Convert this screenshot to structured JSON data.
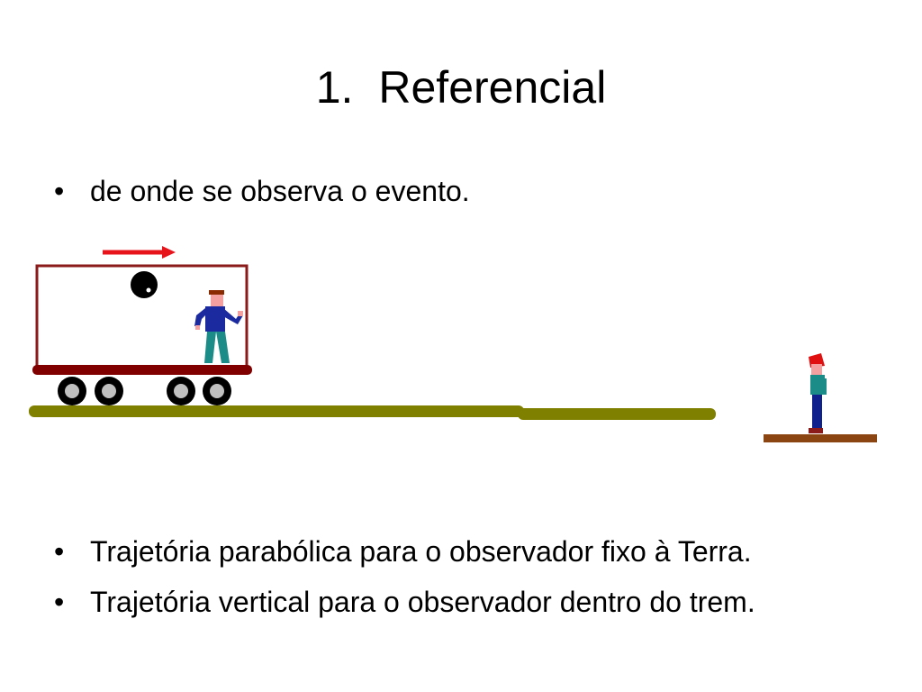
{
  "slide": {
    "title_number": "1.",
    "title_text": "Referencial",
    "bullet_glyph": "•",
    "definition_bullets": [
      "de onde se observa o evento."
    ],
    "conclusion_bullets": [
      "Trajetória parabólica para o observador fixo à Terra.",
      "Trajetória vertical para o observador dentro do trem."
    ]
  },
  "illustration": {
    "icons": [
      "motion-arrow-icon",
      "train-car",
      "ball-icon",
      "train-observer-figure",
      "ground-observer-figure",
      "track",
      "ground-platform"
    ],
    "colors": {
      "arrow": "#e8141c",
      "car_outline": "#8b1a1a",
      "car_floor": "#800000",
      "wheel_outer": "#000000",
      "wheel_inner": "#c0c0c0",
      "track": "#808000",
      "platform": "#8b4513",
      "ball": "#000000",
      "skin": "#f4a0a0",
      "shirt_train": "#1c2aa0",
      "pants_train": "#1c8c88",
      "shirt_ground": "#1c8c88",
      "pants_ground": "#10208c",
      "hair_ground": "#e01010"
    }
  }
}
